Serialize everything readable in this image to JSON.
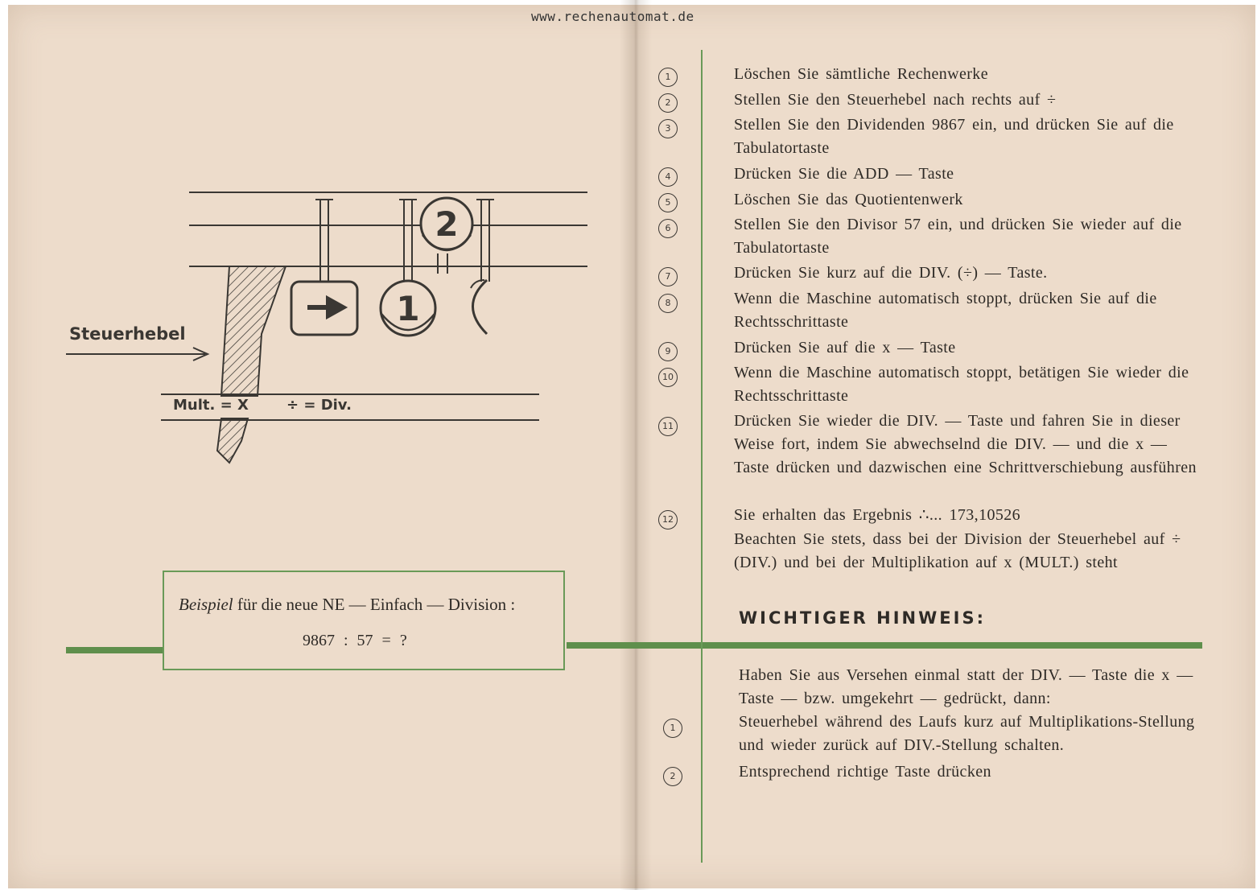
{
  "header": {
    "url": "www.rechenautomat.de"
  },
  "diagram": {
    "lever_label": "Steuerhebel",
    "mult_label": "Mult. = X",
    "div_label": "÷ = Div.",
    "key_numbers": [
      "2",
      "1"
    ],
    "key_arrow_icon": "arrow-right-icon"
  },
  "example": {
    "italic_word": "Beispiel",
    "title_rest": " für die neue NE — Einfach — Division :",
    "equation": "9867 : 57 = ?"
  },
  "steps": [
    {
      "num": "1",
      "text": "Löschen Sie sämtliche Rechenwerke"
    },
    {
      "num": "2",
      "text": "Stellen Sie den Steuerhebel nach rechts auf ÷"
    },
    {
      "num": "3",
      "text": "Stellen Sie den Dividenden 9867 ein, und drücken Sie auf die Tabulatortaste"
    },
    {
      "num": "4",
      "text": "Drücken Sie die ADD — Taste"
    },
    {
      "num": "5",
      "text": "Löschen Sie das Quotientenwerk"
    },
    {
      "num": "6",
      "text": "Stellen Sie den Divisor 57 ein, und drücken Sie wieder auf die Tabulatortaste"
    },
    {
      "num": "7",
      "text": "Drücken Sie kurz auf die DIV. (÷) — Taste."
    },
    {
      "num": "8",
      "text": "Wenn die Maschine automatisch stoppt, drücken Sie auf die Rechtsschrittaste"
    },
    {
      "num": "9",
      "text": "Drücken Sie auf die x — Taste"
    },
    {
      "num": "10",
      "text": "Wenn die Maschine automatisch stoppt, betätigen Sie wieder die Rechtsschrittaste"
    },
    {
      "num": "11",
      "text": "Drücken Sie wieder die DIV. — Taste und fahren Sie in dieser Weise fort, indem Sie abwechselnd die DIV. — und die x — Taste drücken und dazwischen eine Schrittverschiebung ausführen"
    },
    {
      "num": "12",
      "text": "Sie erhalten das Ergebnis ∴... 173,10526"
    }
  ],
  "note": "Beachten Sie stets, dass bei der Division der Steuerhebel auf ÷ (DIV.) und bei der Multiplikation auf x (MULT.) steht",
  "important": {
    "heading": "WICHTIGER HINWEIS:",
    "intro": "Haben Sie aus Versehen einmal statt der DIV. — Taste die x — Taste — bzw. umgekehrt — gedrückt, dann:",
    "steps": [
      {
        "num": "1",
        "text": "Steuerhebel während des Laufs kurz auf Multiplikations-Stellung und wieder zurück auf DIV.-Stellung schalten."
      },
      {
        "num": "2",
        "text": "Entsprechend richtige Taste drücken"
      }
    ]
  }
}
